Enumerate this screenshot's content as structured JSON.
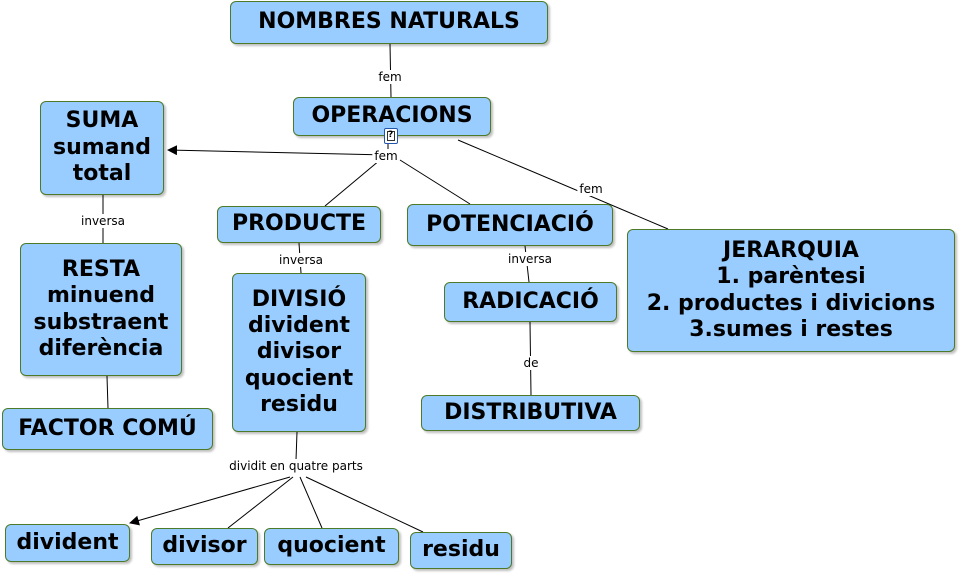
{
  "nodes": {
    "nombres": "NOMBRES NATURALS",
    "operacions": "OPERACIONS",
    "suma": [
      "SUMA",
      "sumand",
      "total"
    ],
    "resta": [
      "RESTA",
      "minuend",
      "substraent",
      "diferència"
    ],
    "factor": "FACTOR COMÚ",
    "producte": "PRODUCTE",
    "divisio": [
      "DIVISIÓ",
      "divident",
      "divisor",
      "quocient",
      "residu"
    ],
    "potenciacio": "POTENCIACIÓ",
    "radicacio": "RADICACIÓ",
    "distributiva": "DISTRIBUTIVA",
    "jerarquia": [
      "JERARQUIA",
      "1. parèntesi",
      "2. productes i divicions",
      "3.sumes i restes"
    ],
    "divident": "divident",
    "divisor": "divisor",
    "quocient": "quocient",
    "residu": "residu"
  },
  "links": {
    "fem_top": "fem",
    "fem_mid": "fem",
    "fem_right": "fem",
    "inversa_suma": "inversa",
    "inversa_producte": "inversa",
    "inversa_potencia": "inversa",
    "de": "de",
    "dividit": "dividit en quatre parts"
  },
  "icons": [
    "document-icon"
  ]
}
